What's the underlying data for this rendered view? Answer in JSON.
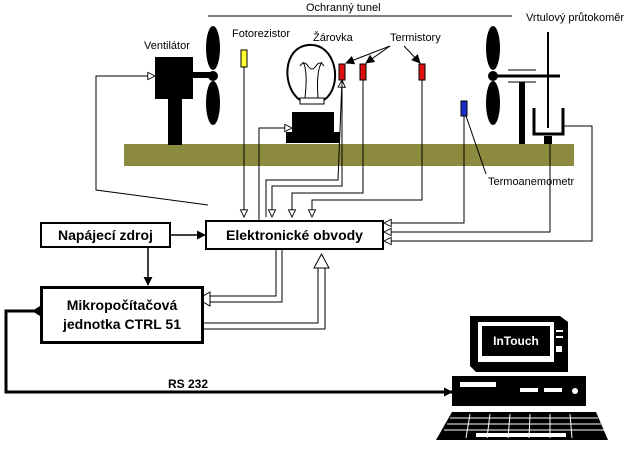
{
  "labels": {
    "ochranny_tunel": "Ochranný tunel",
    "ventilator": "Ventilátor",
    "fotorezistor": "Fotorezistor",
    "zarovka": "Žárovka",
    "termistory": "Termistory",
    "vrtulovy_prutokomer": "Vrtulový průtokoměr",
    "termoanemometr": "Termoanemometr",
    "rs232": "RS 232"
  },
  "blocks": {
    "napajeci_zdroj": "Napájecí zdroj",
    "elektronicke_obvody": "Elektronické obvody",
    "mikropocitacova_line1": "Mikropočítačová",
    "mikropocitacova_line2": "jednotka CTRL 51"
  },
  "computer": {
    "screen_text": "InTouch"
  },
  "colors": {
    "base_plate": "#8b8a3e",
    "fotorezistor": "#ffff33",
    "termistor": "#e01010",
    "termoanemometr": "#1a2ecc"
  }
}
